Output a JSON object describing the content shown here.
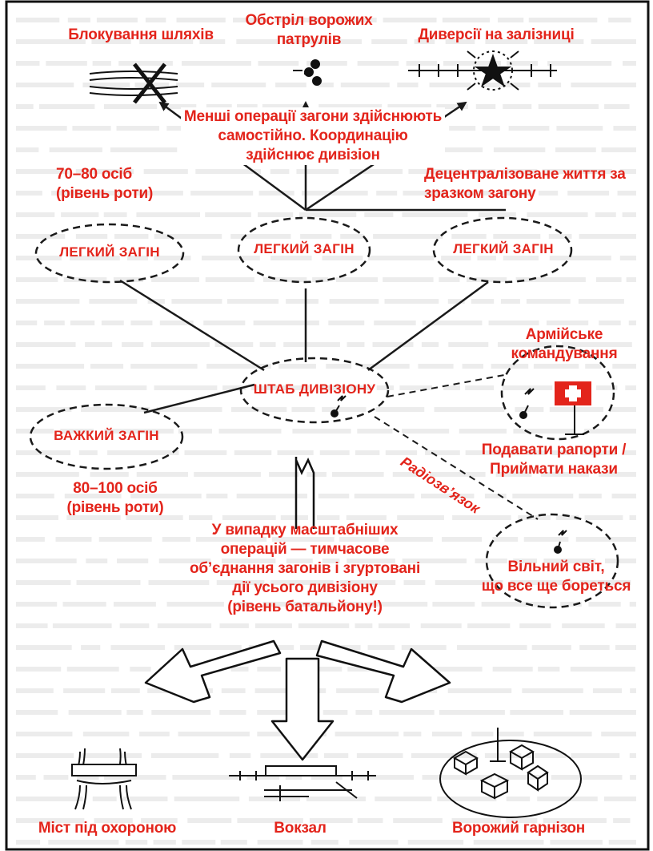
{
  "top_actions": {
    "block_routes": "Блокування шляхів",
    "shelling_patrols": "Обстріл ворожих\nпатрулів",
    "rail_sabotage": "Диверсії на залізниці"
  },
  "small_ops_note": "Менші операції загони здійснюють\nсамостійно. Координацію\nздійснює дивізіон",
  "decentralized_note": "Децентралізоване життя за\nзразком загону",
  "light_size_note": "70–80 осіб\n(рівень роти)",
  "units": {
    "light_1": "ЛЕГКИЙ ЗАГІН",
    "light_2": "ЛЕГКИЙ ЗАГІН",
    "light_3": "ЛЕГКИЙ ЗАГІН",
    "hq": "ШТАБ ДИВІЗІОНУ",
    "heavy": "ВАЖКИЙ ЗАГІН"
  },
  "heavy_size_note": "80–100 осіб\n(рівень роти)",
  "army_command": "Армійське\nкомандування",
  "reports_note": "Подавати рапорти /\nПриймати накази",
  "radio_link": "Радіозв’язок",
  "free_world": "Вільний світ,\nщо все ще бореться",
  "large_ops_note": "У випадку масштабніших\nоперацій — тимчасове\nоб’єднання загонів і згуртовані\nдії усього дивізіону\n(рівень батальйону!)",
  "targets": {
    "bridge": "Міст під охороною",
    "station": "Вокзал",
    "garrison": "Ворожий гарнізон"
  },
  "colors": {
    "text": "#e3241b",
    "lines": "#1a1a1a",
    "flag": "#e3241b"
  }
}
